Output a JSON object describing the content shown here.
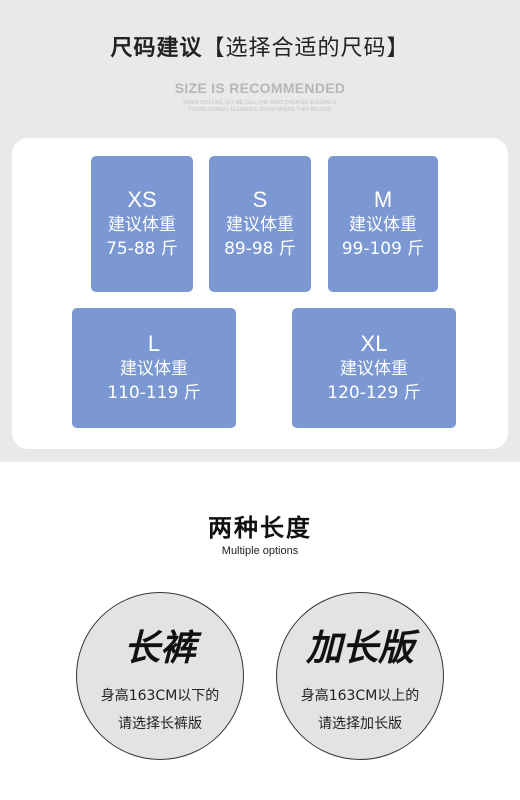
{
  "header": {
    "title_main": "尺码建议",
    "title_sub": "【选择合适的尺码】",
    "subtitle": "SIZE IS RECOMMENDED",
    "fine_line1": "WHEN YOU LIFE, LET ME CALL THE SHOT CREATED ELEGANCE",
    "fine_line2": "YOUNG WOMEN, ELEGANCE SHOW WHERE THEY BELONG"
  },
  "sizes": [
    {
      "size": "XS",
      "label": "建议体重",
      "range": "75-88 斤"
    },
    {
      "size": "S",
      "label": "建议体重",
      "range": "89-98 斤"
    },
    {
      "size": "M",
      "label": "建议体重",
      "range": "99-109 斤"
    },
    {
      "size": "L",
      "label": "建议体重",
      "range": "110-119 斤"
    },
    {
      "size": "XL",
      "label": "建议体重",
      "range": "120-129 斤"
    }
  ],
  "lengths": {
    "title": "两种长度",
    "subtitle": "Multiple options",
    "options": [
      {
        "name": "长裤",
        "line1": "身高163CM以下的",
        "line2": "请选择长裤版"
      },
      {
        "name": "加长版",
        "line1": "身高163CM以上的",
        "line2": "请选择加长版"
      }
    ]
  },
  "colors": {
    "box": "#7b98d2",
    "top_bg": "#e9e9eb",
    "circle": "#e3e3e3"
  }
}
